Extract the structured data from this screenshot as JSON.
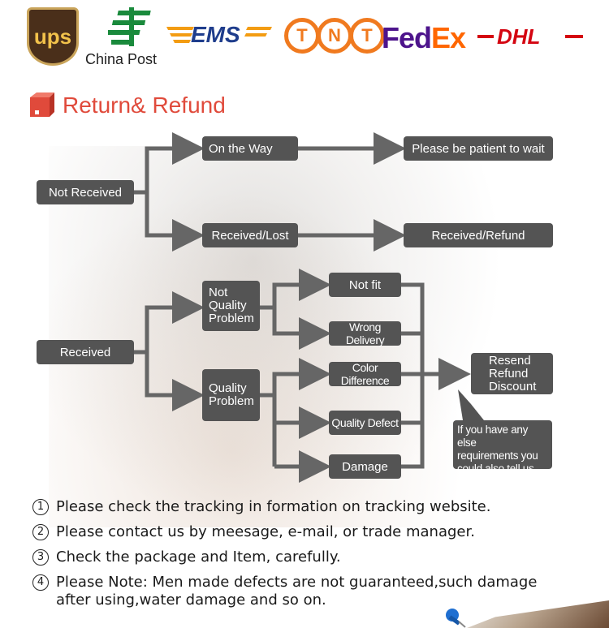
{
  "carriers": {
    "ups": "ups",
    "china_post": "China Post",
    "ems": "EMS",
    "tnt": [
      "T",
      "N",
      "T"
    ],
    "fedex_fed": "Fed",
    "fedex_ex": "Ex",
    "dhl": "DHL"
  },
  "section_title": "Return& Refund",
  "flow": {
    "not_received": "Not Received",
    "on_the_way": "On the Way",
    "please_wait": "Please be patient to wait",
    "received_lost": "Received/Lost",
    "received_refund": "Received/Refund",
    "received": "Received",
    "not_quality_problem": [
      "Not",
      "Quality",
      "Problem"
    ],
    "quality_problem": [
      "Quality",
      "Problem"
    ],
    "not_fit": "Not fit",
    "wrong_delivery": "Wrong Delivery",
    "color_difference": "Color Difference",
    "quality_defect": "Quality Defect",
    "damage": "Damage",
    "outcome": [
      "Resend",
      "Refund",
      "Discount"
    ],
    "note": [
      "If you have any else",
      "requirements you",
      "could also tell us"
    ]
  },
  "notes": [
    {
      "num": "1",
      "text": "Please check the tracking in formation on tracking website."
    },
    {
      "num": "2",
      "text": "Please contact us by meesage, e-mail, or trade manager."
    },
    {
      "num": "3",
      "text": "Check the package and Item, carefully."
    },
    {
      "num": "4",
      "text": "Please Note: Men made defects  are not guaranteed,such damage",
      "cont": "after using,water damage and so on."
    }
  ],
  "colors": {
    "box": "#545454",
    "title": "#e04a3b",
    "arrow": "#666666"
  },
  "icons": {
    "title": "package-icon",
    "pin": "pushpin-icon"
  }
}
